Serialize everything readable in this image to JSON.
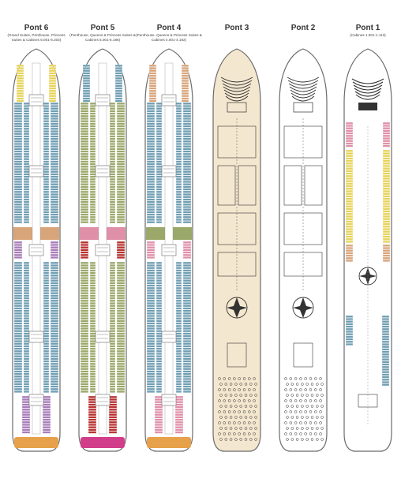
{
  "decks": [
    {
      "id": "6",
      "title": "Pont 6",
      "subtitle": "(Grand Suites, Penthouse, Princess Suites & Cabines 6.001-6.203)",
      "scheme": "cabin"
    },
    {
      "id": "5",
      "title": "Pont 5",
      "subtitle": "(Penthouse, Queens & Princess Suites & Cabines 5.001-5.196)",
      "scheme": "cabin"
    },
    {
      "id": "4",
      "title": "Pont 4",
      "subtitle": "(Penthouse, Queens & Princess Suites & Cabines 4.001-4.192)",
      "scheme": "cabin"
    },
    {
      "id": "3",
      "title": "Pont 3",
      "subtitle": "",
      "scheme": "public-tan"
    },
    {
      "id": "2",
      "title": "Pont 2",
      "subtitle": "",
      "scheme": "public-white"
    },
    {
      "id": "1",
      "title": "Pont 1",
      "subtitle": "(Cabines 1.001-1.113)",
      "scheme": "cabin-lower"
    }
  ],
  "colors": {
    "hull_outline": "#6b6b6b",
    "cabin_blue": "#6f9eb3",
    "cabin_green": "#9aa86a",
    "cabin_tan": "#d8a47a",
    "cabin_pink": "#e08fa8",
    "cabin_purple": "#a77bb8",
    "cabin_yellow": "#e7d35a",
    "cabin_orange": "#e6a14a",
    "cabin_red": "#b8322f",
    "cabin_magenta": "#d23d8a",
    "corridor": "#ffffff",
    "deck3_fill": "#f4e7cf",
    "public_line": "#333333"
  }
}
